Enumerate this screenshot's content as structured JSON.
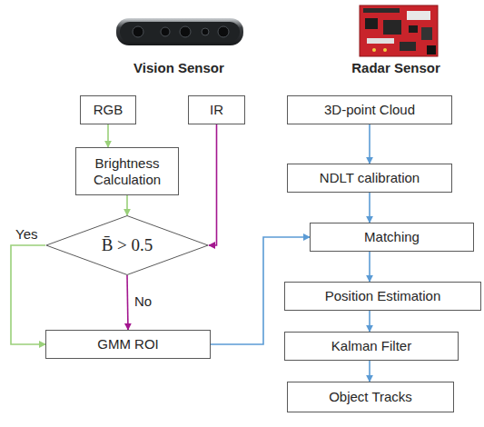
{
  "diagram": {
    "nodes": [
      {
        "text": [
          "RGB"
        ]
      },
      {
        "text": [
          "IR"
        ]
      },
      {
        "text": [
          "Brightness Calculation"
        ]
      },
      {
        "text": [
          "B̄ > 0.5"
        ]
      },
      {
        "text": [
          "GMM ROI"
        ]
      },
      {
        "text": [
          "3D-point Cloud"
        ]
      },
      {
        "text": [
          "NDLT calibration"
        ]
      },
      {
        "text": [
          "Matching"
        ]
      },
      {
        "text": [
          "Position Estimation"
        ]
      },
      {
        "text": [
          "Kalman Filter"
        ]
      },
      {
        "text": [
          "Object Tracks"
        ]
      }
    ],
    "edges": [
      {
        "from": 0,
        "to": 2,
        "arrow": "to"
      },
      {
        "from": 2,
        "to": 3,
        "arrow": "to"
      },
      {
        "from": 1,
        "to": 3,
        "arrow": "to"
      },
      {
        "from": 3,
        "to": 4,
        "arrow": "to",
        "label": "Yes"
      },
      {
        "from": 3,
        "to": 4,
        "arrow": "to",
        "label": "No"
      },
      {
        "from": 4,
        "to": 7,
        "arrow": "to"
      },
      {
        "from": 5,
        "to": 6,
        "arrow": "to"
      },
      {
        "from": 6,
        "to": 7,
        "arrow": "to"
      },
      {
        "from": 7,
        "to": 8,
        "arrow": "to"
      },
      {
        "from": 8,
        "to": 9,
        "arrow": "to"
      },
      {
        "from": 9,
        "to": 10,
        "arrow": "to"
      }
    ],
    "labels": [
      "Vision Sensor",
      "Radar Sensor"
    ]
  }
}
